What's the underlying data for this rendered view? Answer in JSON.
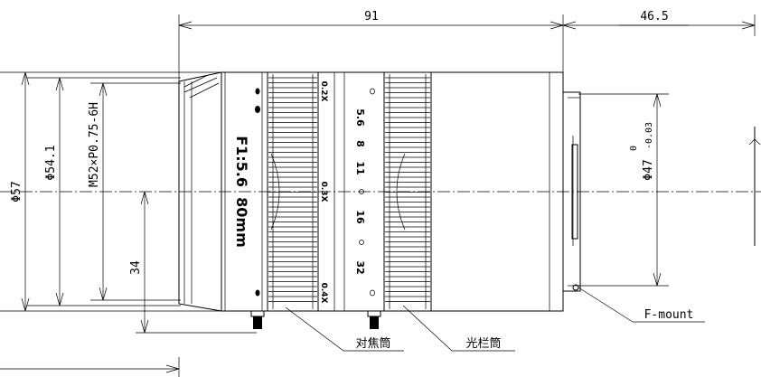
{
  "dimensions": {
    "length": "91",
    "flange": "46.5",
    "diameter_outer": "Φ57",
    "diameter_body": "Φ54.1",
    "filter_thread": "M52×P0.75-6H",
    "height_to_axis": "34",
    "mount_diameter": "Φ47",
    "mount_tol_upper": "0",
    "mount_tol_lower": "-0.03"
  },
  "lens_marking": "F1:5.6  80mm",
  "focus_marks": [
    "0.2X",
    "0.3X",
    "0.4X"
  ],
  "aperture_marks": [
    "5.6",
    "8",
    "11",
    "16",
    "32"
  ],
  "callouts": {
    "mount": "F-mount",
    "focus_ring": "对焦筒",
    "aperture_ring": "光栏筒"
  }
}
